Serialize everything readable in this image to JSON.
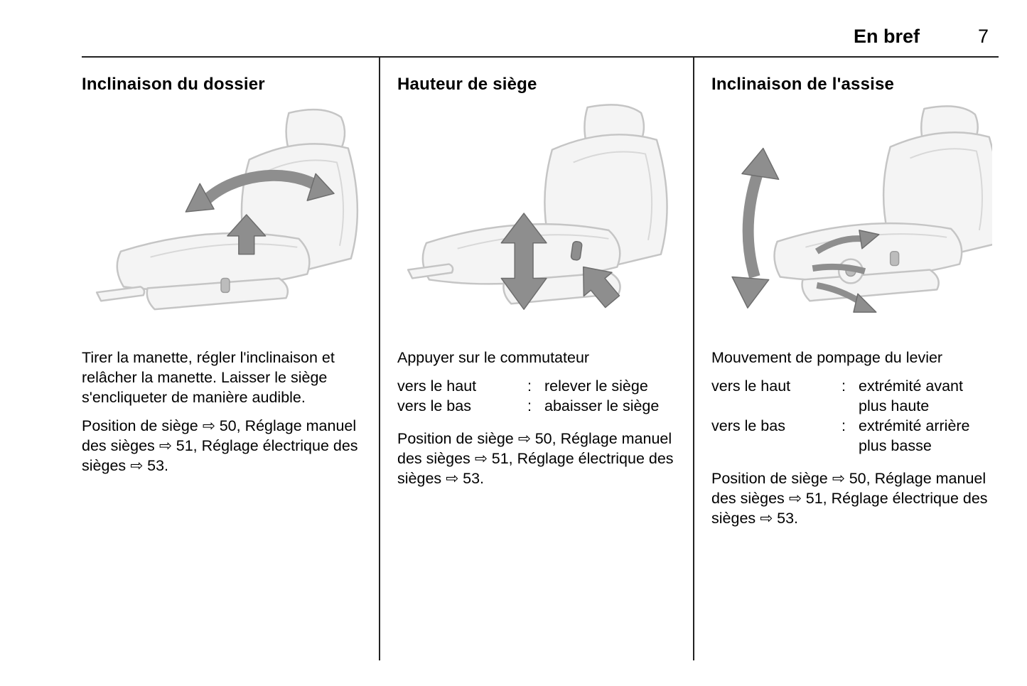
{
  "header": {
    "title": "En bref",
    "page_number": "7"
  },
  "glyphs": {
    "colon": ":"
  },
  "columns": [
    {
      "heading": "Inclinaison du dossier",
      "illustration": "seat-backrest-recline-illustration",
      "body": "Tirer la manette, régler l'inclinaison et relâcher la manette. Laisser le siège s'encliqueter de manière audible.",
      "references": "Position de siège ⇨ 50, Réglage manuel des sièges ⇨ 51, Réglage électrique des sièges ⇨ 53."
    },
    {
      "heading": "Hauteur de siège",
      "illustration": "seat-height-adjust-illustration",
      "intro": "Appuyer sur le commutateur",
      "defs": [
        {
          "term": "vers le haut",
          "description": "relever le siège"
        },
        {
          "term": "vers le bas",
          "description": "abaisser le siège"
        }
      ],
      "references": "Position de siège ⇨ 50, Réglage manuel des sièges ⇨ 51, Réglage électrique des sièges ⇨ 53."
    },
    {
      "heading": "Inclinaison de l'assise",
      "illustration": "seat-cushion-tilt-illustration",
      "intro": "Mouvement de pompage du levier",
      "defs": [
        {
          "term": "vers le haut",
          "description": "extrémité avant plus haute"
        },
        {
          "term": "vers le bas",
          "description": "extrémité arrière plus basse"
        }
      ],
      "references": "Position de siège ⇨ 50, Réglage manuel des sièges ⇨ 51, Réglage électrique des sièges ⇨ 53."
    }
  ]
}
